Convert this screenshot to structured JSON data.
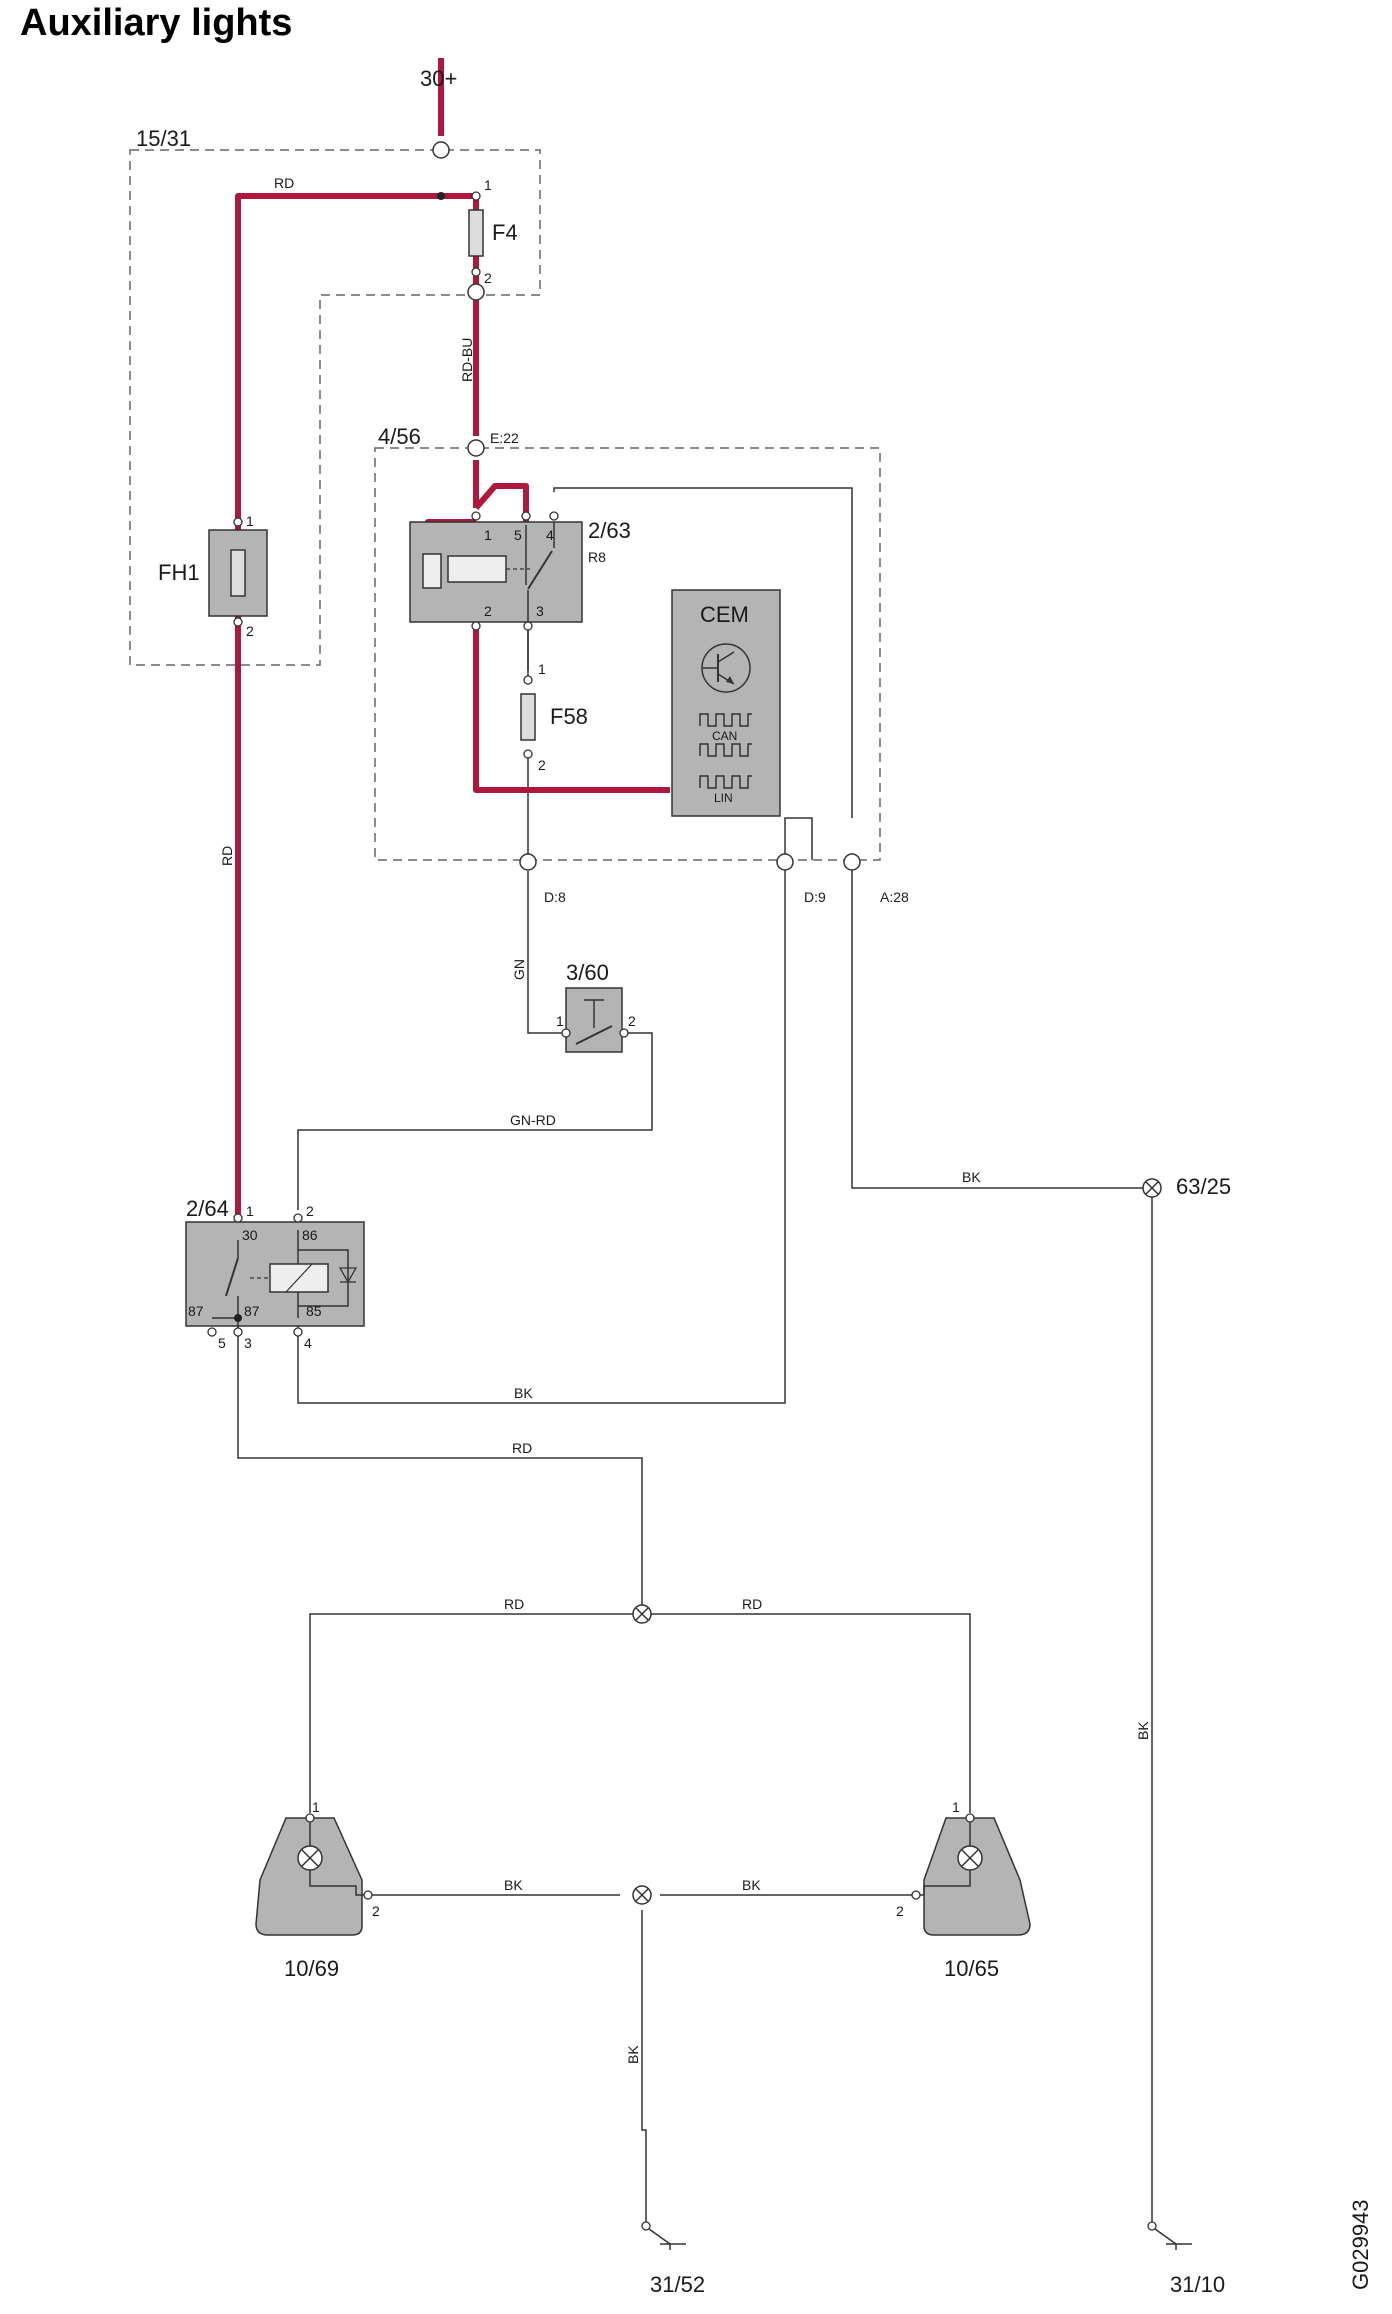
{
  "title": "Auxiliary lights",
  "doc_id": "G029943",
  "supply": "30+",
  "units": {
    "u1531": "15/31",
    "u456": "4/56",
    "fh1": "FH1",
    "f4": "F4",
    "relay_r8": "2/63",
    "relay_r8_sub": "R8",
    "cem": "CEM",
    "can": "CAN",
    "lin": "LIN",
    "f58": "F58",
    "switch": "3/60",
    "relay2": "2/64",
    "ground_joint": "63/25",
    "lamp_left": "10/69",
    "lamp_right": "10/65",
    "ground_left": "31/52",
    "ground_right": "31/10"
  },
  "connectors": {
    "e22": "E:22",
    "d8": "D:8",
    "d9": "D:9",
    "a28": "A:28"
  },
  "wire_colors": {
    "rd": "RD",
    "rd_bu": "RD-BU",
    "gn": "GN",
    "gn_rd": "GN-RD",
    "bk": "BK"
  },
  "pins": {
    "p1": "1",
    "p2": "2",
    "p3": "3",
    "p4": "4",
    "p5": "5",
    "p30": "30",
    "p85": "85",
    "p86": "86",
    "p87": "87"
  },
  "colors": {
    "power_wire": "#b0173d",
    "component_fill": "#b4b4b4",
    "line": "#333333"
  }
}
